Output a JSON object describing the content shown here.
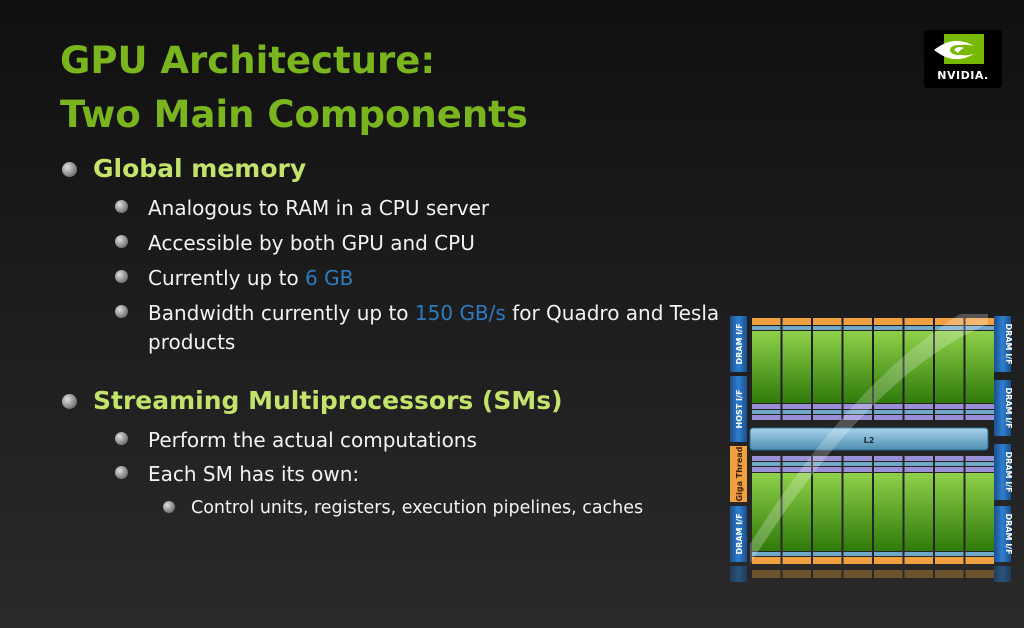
{
  "slide": {
    "title_line1": "GPU Architecture:",
    "title_line2": "Two Main Components",
    "logo_text": "NVIDIA."
  },
  "global_memory": {
    "heading": "Global memory",
    "items": {
      "ram": "Analogous to RAM in a CPU server",
      "access": "Accessible by both GPU and CPU",
      "capacity_prefix": "Currently up to ",
      "capacity_value": "6 GB",
      "bandwidth_prefix": "Bandwidth currently up to ",
      "bandwidth_value": "150 GB/s",
      "bandwidth_suffix": " for Quadro and Tesla products"
    }
  },
  "sms": {
    "heading": "Streaming Multiprocessors (SMs)",
    "items": {
      "perform": "Perform the actual computations",
      "each": "Each SM has its own:",
      "sub": "Control units, registers, execution pipelines, caches"
    }
  },
  "chip_diagram": {
    "left_labels": [
      "DRAM I/F",
      "HOST I/F",
      "Giga Thread",
      "DRAM I/F"
    ],
    "right_labels": [
      "DRAM I/F",
      "DRAM I/F",
      "DRAM I/F",
      "DRAM I/F"
    ],
    "center_label": "L2"
  },
  "colors": {
    "title": "#7ab51d",
    "heading": "#c3e36a",
    "highlight": "#2f7bbf",
    "sm_green": "#4c9a12",
    "l2_blue": "#6fa8c8",
    "interface_blue": "#1e5fa8",
    "gigathread_orange": "#f0a040"
  }
}
